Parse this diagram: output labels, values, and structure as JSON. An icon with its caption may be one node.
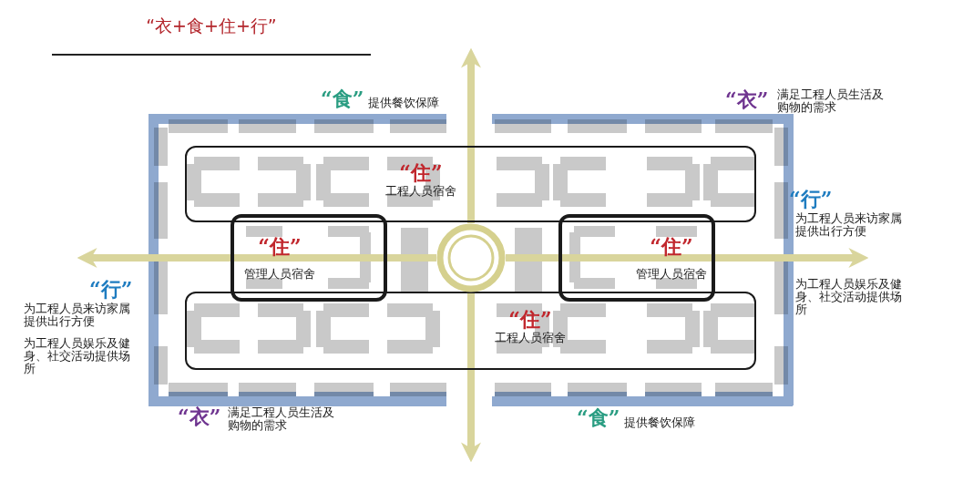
{
  "diagram": {
    "title": "“衣+食+住+行”",
    "nodes": [
      {
        "text": [
          "“住”",
          "工程人员宿舍"
        ]
      },
      {
        "text": [
          "“住”",
          "管理人员宿舍"
        ]
      },
      {
        "text": [
          "“住”",
          "管理人员宿舍"
        ]
      },
      {
        "text": [
          "“住”",
          "工程人员宿舍"
        ]
      },
      {
        "text": [],
        "shape": "circle"
      }
    ],
    "edges": [
      {
        "from": 4,
        "to": null,
        "arrow": "to"
      },
      {
        "from": 4,
        "to": null,
        "arrow": "to"
      },
      {
        "from": 4,
        "to": null,
        "arrow": "to"
      },
      {
        "from": 4,
        "to": null,
        "arrow": "to"
      }
    ],
    "labels": [
      "“食”",
      "提供餐饮保障",
      "“衣”",
      "满足工程人员生活及购物的需求",
      "“行”",
      "为工程人员来访家属提供出行方便",
      "为工程人员娱乐及健身、社交活动提供场所",
      "“行”",
      "为工程人员来访家属提供出行方便",
      "为工程人员娱乐及健身、社交活动提供场所",
      "“衣”",
      "满足工程人员生活及购物的需求",
      "“食”",
      "提供餐饮保障"
    ]
  }
}
